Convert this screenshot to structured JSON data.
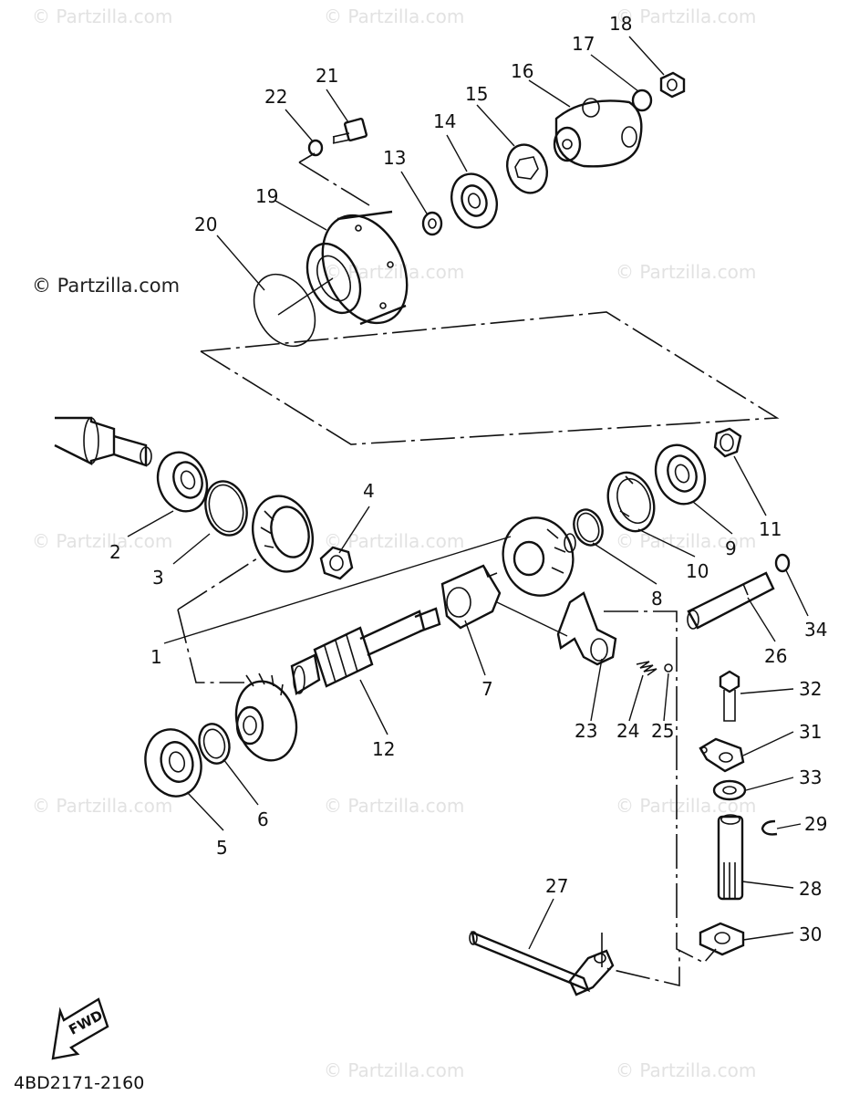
{
  "watermark": {
    "text": "© Partzilla.com",
    "main_text": "© Partzilla.com"
  },
  "diagram_code": "4BD2171-2160",
  "fwd_label": "FWD",
  "callouts": {
    "p1": "1",
    "p2": "2",
    "p3": "3",
    "p4": "4",
    "p5": "5",
    "p6": "6",
    "p7": "7",
    "p8": "8",
    "p9": "9",
    "p10": "10",
    "p11": "11",
    "p12": "12",
    "p13": "13",
    "p14": "14",
    "p15": "15",
    "p16": "16",
    "p17": "17",
    "p18": "18",
    "p19": "19",
    "p20": "20",
    "p21": "21",
    "p22": "22",
    "p23": "23",
    "p24": "24",
    "p25": "25",
    "p26": "26",
    "p27": "27",
    "p28": "28",
    "p29": "29",
    "p30": "30",
    "p31": "31",
    "p32": "32",
    "p33": "33",
    "p34": "34"
  }
}
